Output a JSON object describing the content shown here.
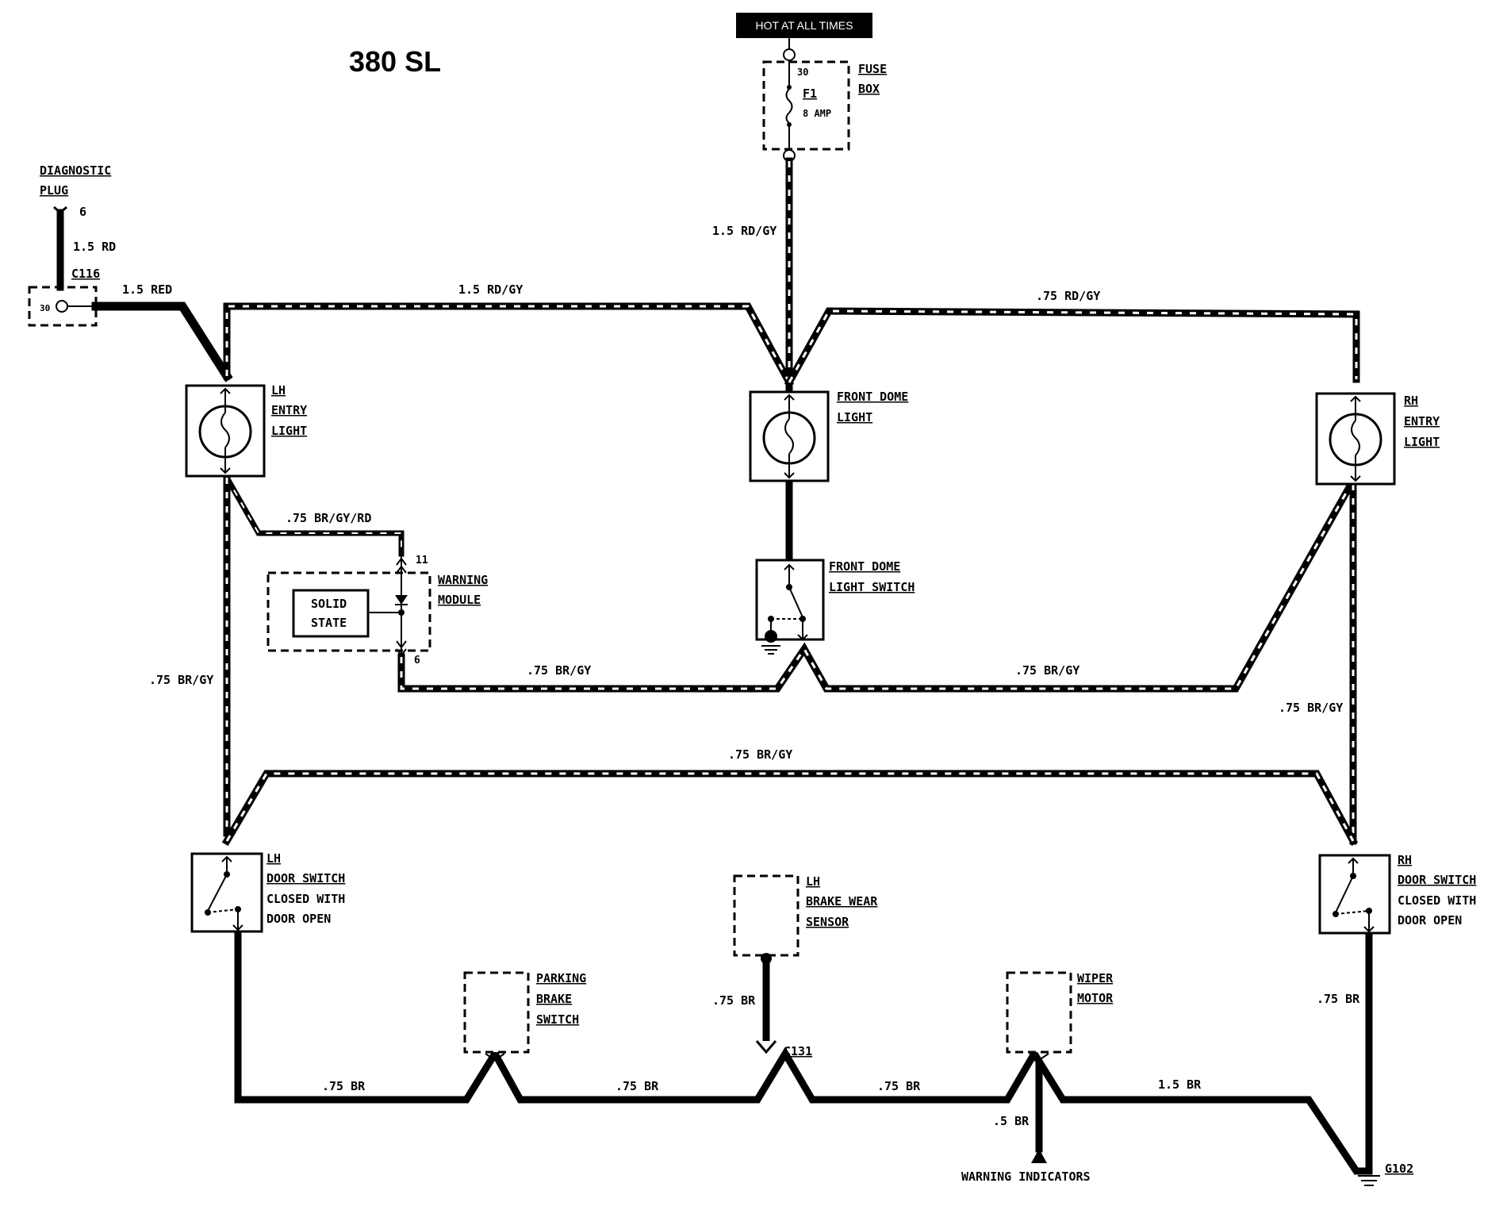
{
  "title": "380 SL",
  "hot_label": "HOT AT ALL TIMES",
  "fuse": {
    "pin": "30",
    "name": "F1",
    "rating": "8 AMP",
    "label1": "FUSE",
    "label2": "BOX"
  },
  "diagnostic": {
    "label1": "DIAGNOSTIC",
    "label2": "PLUG",
    "pin": "6",
    "connector": "C116",
    "connector_pin": "30"
  },
  "wires": {
    "diag_vert": "1.5 RD",
    "diag_horiz": "1.5 RED",
    "fuse_down": "1.5 RD/GY",
    "top_left": "1.5 RD/GY",
    "top_right": ".75 RD/GY",
    "to_module": ".75 BR/GY/RD",
    "left_vert": ".75 BR/GY",
    "mid_left": ".75 BR/GY",
    "mid_right": ".75 BR/GY",
    "right_vert": ".75 BR/GY",
    "cross": ".75 BR/GY",
    "bottom1": ".75 BR",
    "bottom2": ".75 BR",
    "brake_vert": ".75 BR",
    "bottom3": ".75 BR",
    "bottom4": "1.5 BR",
    "right_down": ".75 BR",
    "warn_vert": ".5 BR"
  },
  "components": {
    "lh_entry": [
      "LH",
      "ENTRY",
      "LIGHT"
    ],
    "front_dome": [
      "FRONT DOME",
      "LIGHT"
    ],
    "rh_entry": [
      "RH",
      "ENTRY",
      "LIGHT"
    ],
    "dome_switch": [
      "FRONT DOME",
      "LIGHT SWITCH"
    ],
    "warning_module": [
      "WARNING",
      "MODULE"
    ],
    "solid_state": [
      "SOLID",
      "STATE"
    ],
    "module_pin_top": "11",
    "module_pin_bottom": "6",
    "lh_door": [
      "LH",
      "DOOR SWITCH",
      "CLOSED WITH",
      "DOOR OPEN"
    ],
    "rh_door": [
      "RH",
      "DOOR SWITCH",
      "CLOSED WITH",
      "DOOR OPEN"
    ],
    "brake_wear": [
      "LH",
      "BRAKE WEAR",
      "SENSOR"
    ],
    "parking": [
      "PARKING",
      "BRAKE",
      "SWITCH"
    ],
    "wiper": [
      "WIPER",
      "MOTOR"
    ],
    "c131": "C131",
    "g102": "G102",
    "warning_indicators": "WARNING INDICATORS"
  }
}
